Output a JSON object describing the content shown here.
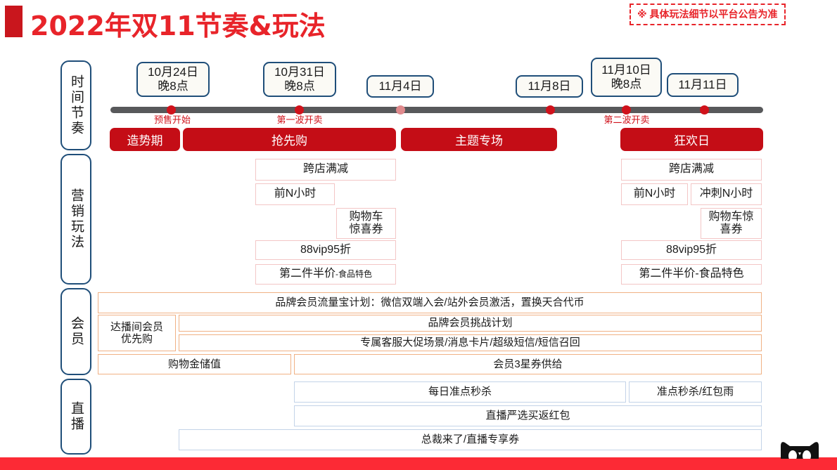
{
  "header": {
    "title": "2022年双11节奏&玩法",
    "notice": "※ 具体玩法细节以平台公告为准"
  },
  "row_labels": [
    {
      "key": "time",
      "label": "时间节奏"
    },
    {
      "key": "marketing",
      "label": "营销玩法"
    },
    {
      "key": "member",
      "label": "会员"
    },
    {
      "key": "live",
      "label": "直播"
    }
  ],
  "timeline": {
    "dates": [
      {
        "line1": "10月24日",
        "line2": "晚8点"
      },
      {
        "line1": "10月31日",
        "line2": "晚8点"
      },
      {
        "line1": "11月4日",
        "line2": ""
      },
      {
        "line1": "11月8日",
        "line2": ""
      },
      {
        "line1": "11月10日",
        "line2": "晚8点"
      },
      {
        "line1": "11月11日",
        "line2": ""
      }
    ],
    "notes": [
      "预售开始",
      "第一波开卖",
      "第二波开卖"
    ],
    "phases": [
      "造势期",
      "抢先购",
      "主题专场",
      "狂欢日"
    ],
    "bar_color": "#58595b",
    "dot_color": "#d0121b",
    "phase_color": "#c40d16"
  },
  "marketing": {
    "left": [
      {
        "text": "跨店满减"
      },
      {
        "text": "前N小时"
      },
      {
        "text": "购物车",
        "text2": "惊喜券"
      },
      {
        "text": "88vip95折"
      },
      {
        "text": "第二件半价",
        "suffix": "-食品特色"
      }
    ],
    "right": [
      {
        "text": "跨店满减"
      },
      {
        "text": "前N小时"
      },
      {
        "text": "冲刺N小时"
      },
      {
        "text": "购物车惊",
        "text2": "喜券"
      },
      {
        "text": "88vip95折"
      },
      {
        "text": "第二件半价-食品特色"
      }
    ],
    "border_color": "#f3c6c6"
  },
  "member": {
    "rows": [
      {
        "text": "品牌会员流量宝计划：微信双端入会/站外会员激活，置换天合代币"
      },
      {
        "text": "达播间会员",
        "text2": "优先购"
      },
      {
        "text": "品牌会员挑战计划"
      },
      {
        "text": "专属客服大促场景/消息卡片/超级短信/短信召回"
      },
      {
        "text": "购物金储值"
      },
      {
        "text": "会员3星券供给"
      }
    ],
    "border_color": "#f0b184"
  },
  "live": {
    "rows": [
      {
        "text": "每日准点秒杀"
      },
      {
        "text": "准点秒杀/红包雨"
      },
      {
        "text": "直播严选买返红包"
      },
      {
        "text": "总裁来了/直播专享券"
      }
    ],
    "border_color": "#c3d3e8"
  },
  "footer": {
    "bar_color": "#fc2a35",
    "logo": "tmall-cat-logo"
  }
}
